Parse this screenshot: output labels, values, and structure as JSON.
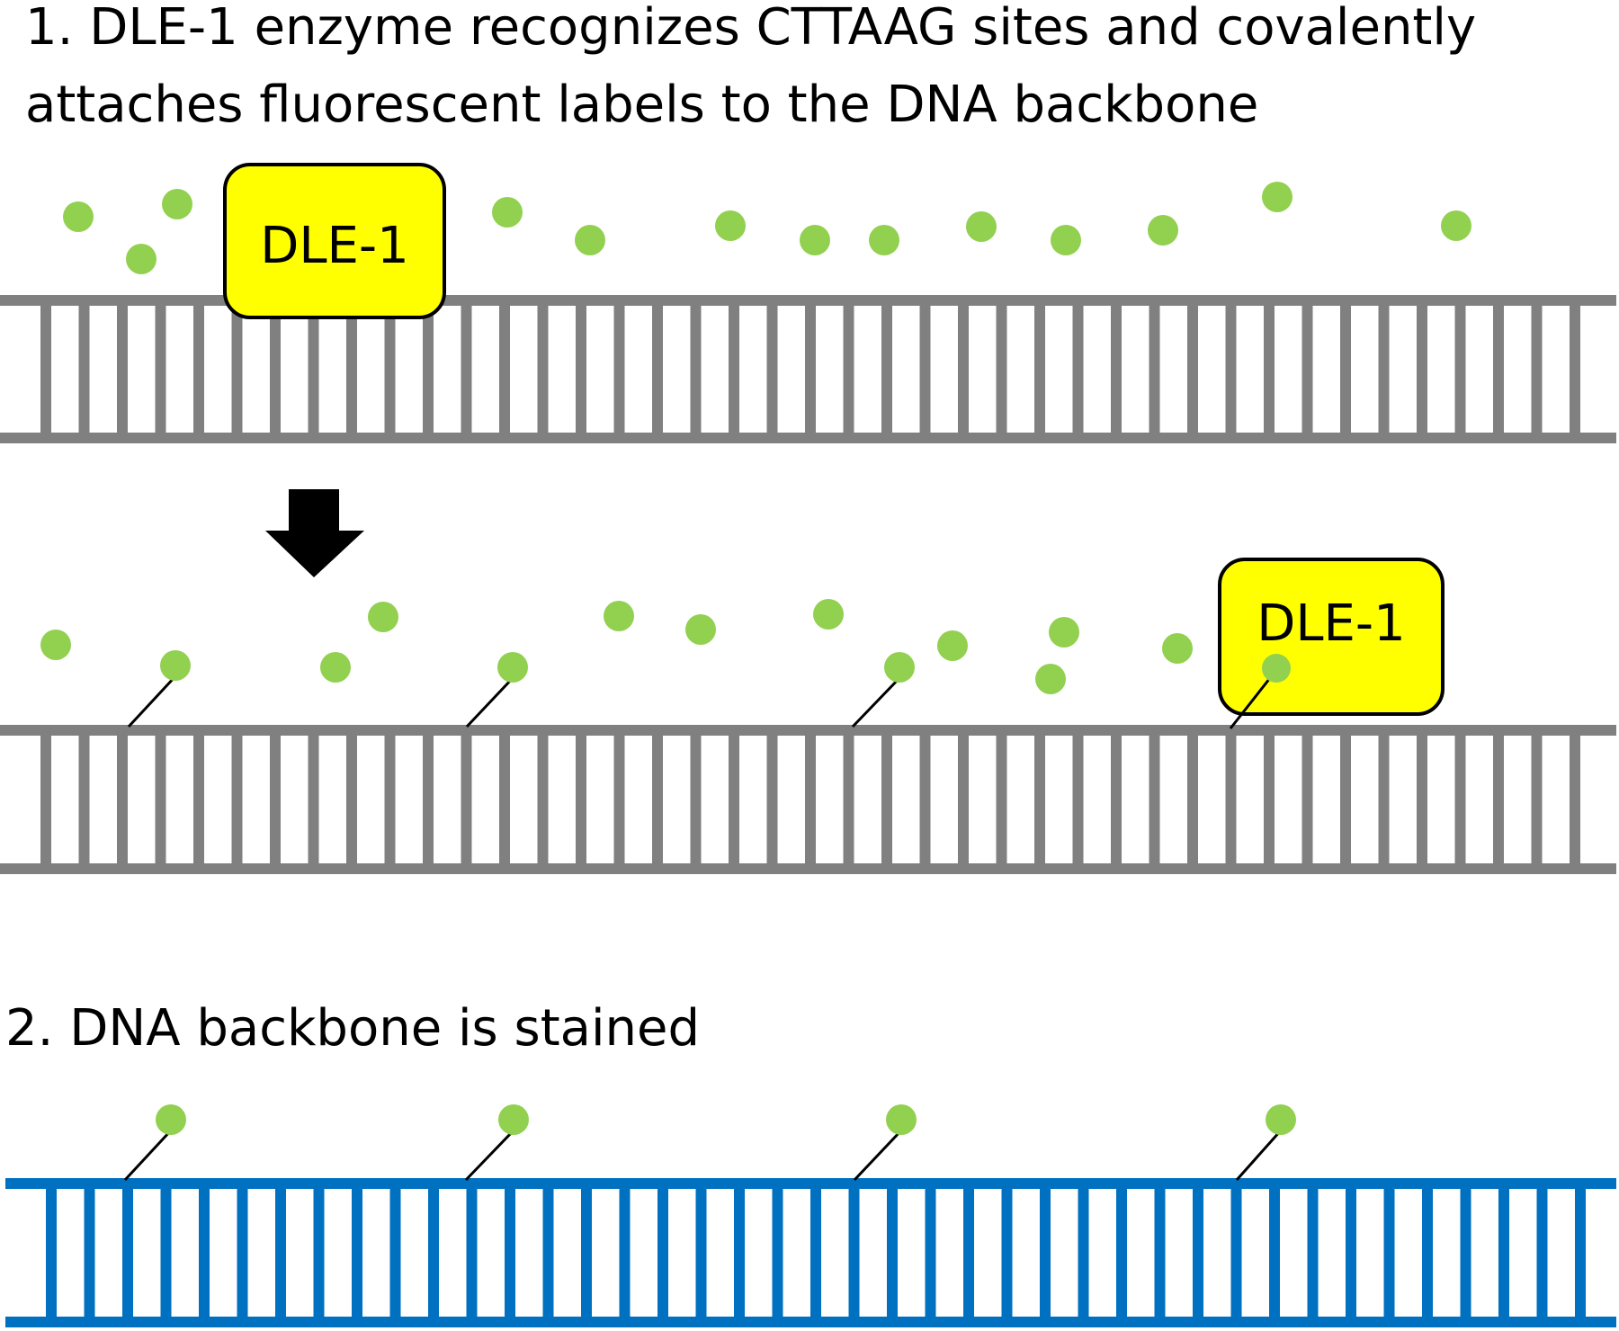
{
  "step1": {
    "line1": "1. DLE-1 enzyme recognizes CTTAAG sites and covalently",
    "line2": "attaches fluorescent labels to the DNA backbone"
  },
  "step2": {
    "text": "2. DNA backbone is stained"
  },
  "enzyme": {
    "label": "DLE-1"
  },
  "colors": {
    "dna_unstained": "#808080",
    "dna_stained": "#0070c0",
    "enzyme_fill": "#ffff00",
    "enzyme_border": "#000000",
    "label_dot": "#92d050",
    "arrow": "#000000",
    "text": "#000000"
  },
  "icons": {
    "arrow": "down-arrow-icon"
  }
}
